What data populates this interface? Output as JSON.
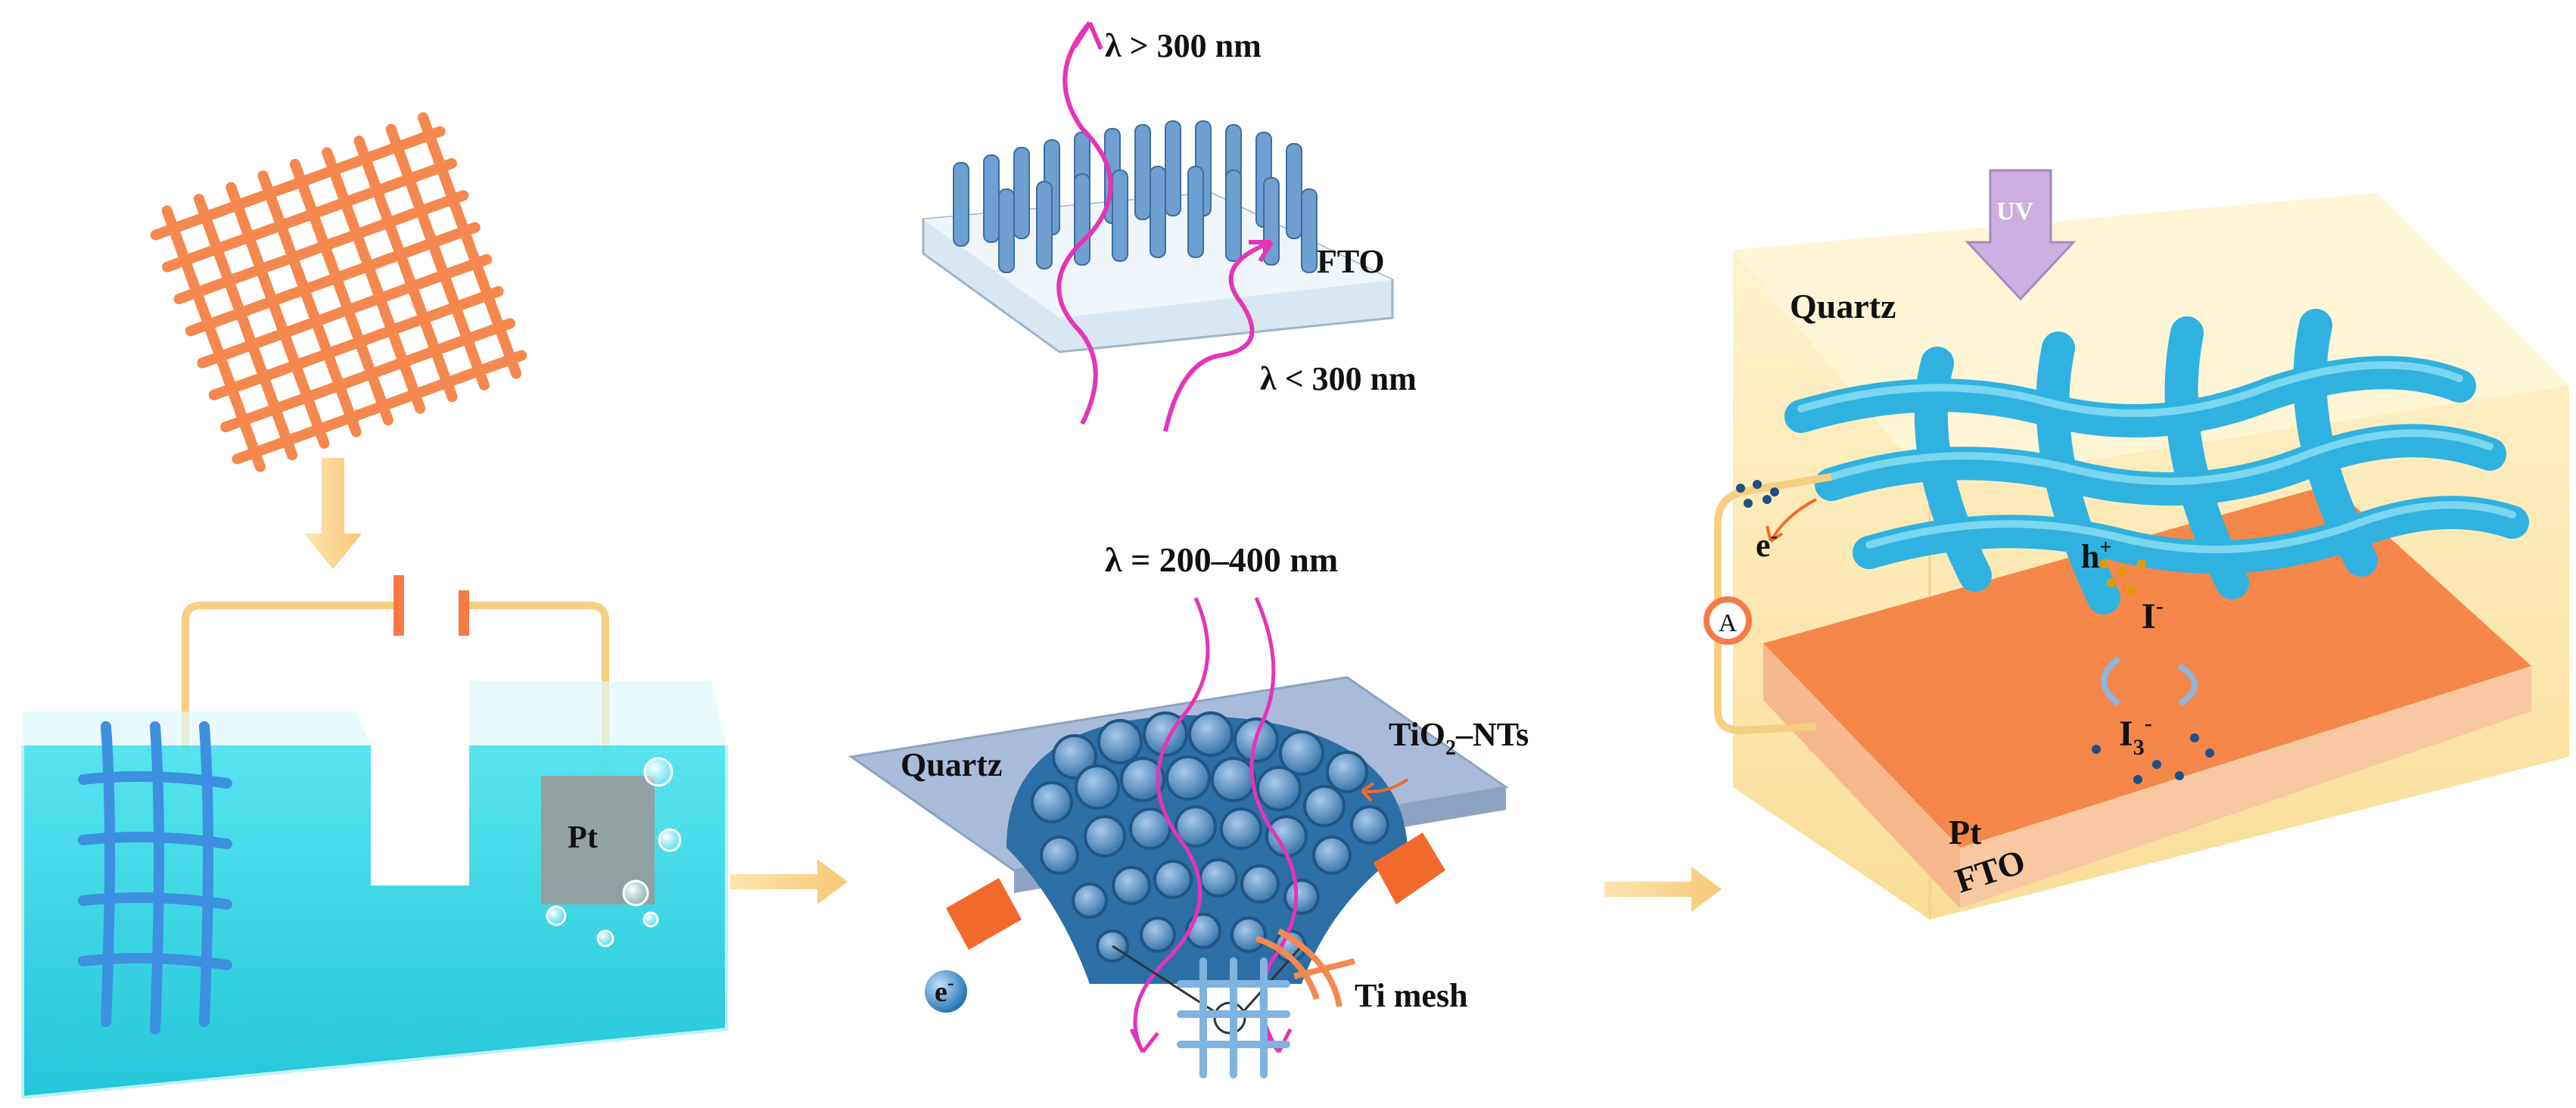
{
  "colors": {
    "mesh_orange": "#f5884f",
    "electrolyte_cyan": "#2fd3e4",
    "nanotube_blue": "#6f9fd0",
    "nanotube_dark": "#2c6fa6",
    "light_ray_magenta": "#e534b8",
    "process_arrow": "#f8c877",
    "quartz_box": "#fbe7a9",
    "pt_layer": "#f5874a",
    "uv_arrow": "#cdaee0",
    "fiber_cyan": "#2fb2e0",
    "wire_yellow": "#f6cf80"
  },
  "panel1": {
    "pt_label": "Pt"
  },
  "panel2_top": {
    "lambda_gt": "λ  > 300 nm",
    "fto_label": "FTO",
    "lambda_lt": "λ < 300 nm"
  },
  "panel2_bottom": {
    "lambda_range": "λ = 200–400 nm",
    "quartz_label": "Quartz",
    "tio2_label": "TiO",
    "tio2_sub": "2",
    "tio2_suffix": "–NTs",
    "electron_label": "e",
    "electron_sup": "-",
    "ti_mesh_label": "Ti mesh"
  },
  "panel3": {
    "uv_label": "UV",
    "quartz_label": "Quartz",
    "electron_label": "e",
    "electron_sup": "-",
    "ammeter_label": "A",
    "hole_label": "h",
    "hole_sup": "+",
    "iodide_label": "I",
    "iodide_sup": "-",
    "triiodide_label": "I",
    "triiodide_sub": "3",
    "triiodide_sup": "-",
    "pt_label": "Pt",
    "fto_label": "FTO"
  }
}
